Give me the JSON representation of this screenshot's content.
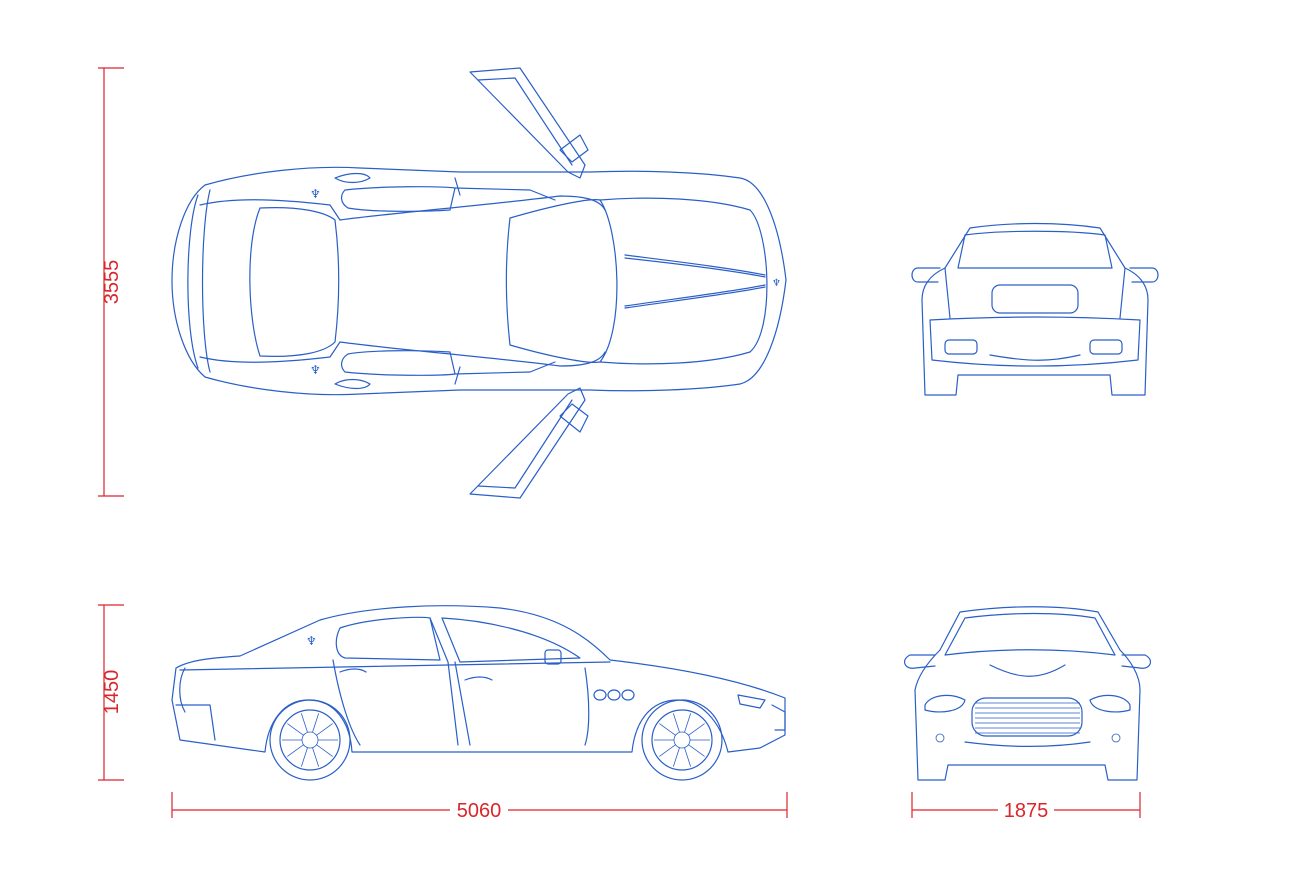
{
  "dimensions": {
    "width_total": "3555",
    "height": "1450",
    "length": "5060",
    "track_width": "1875"
  },
  "colors": {
    "line": "#2a5fc8",
    "dimension": "#d9252b",
    "background": "#ffffff"
  }
}
